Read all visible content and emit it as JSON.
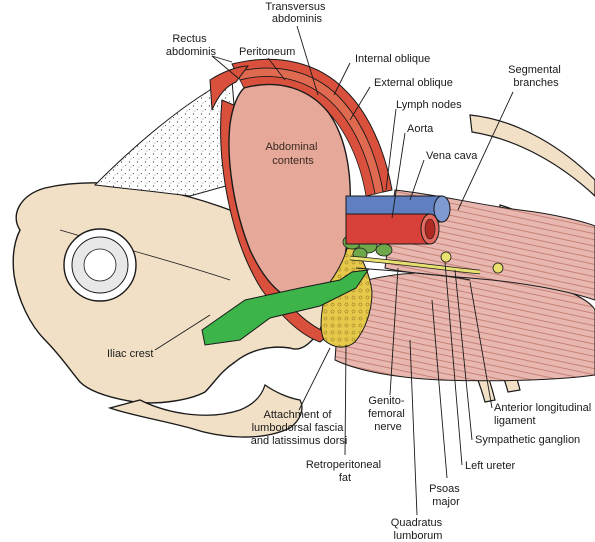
{
  "colors": {
    "bone": "#f2e0c6",
    "contents": "#e6a899",
    "muscle_red": "#d9503c",
    "muscle_pink": "#e8b8b0",
    "fat": "#e6c84a",
    "nodes": "#6fa84a",
    "aorta": "#d8413a",
    "vena_cava": "#5f7fc0",
    "ureter": "#e8e070",
    "green_fascia": "#3cb44a",
    "outline": "#1a1a1a"
  },
  "labels": {
    "transversus_abdominis": [
      "Transversus",
      "abdominis"
    ],
    "rectus_abdominis": [
      "Rectus",
      "abdominis"
    ],
    "peritoneum": "Peritoneum",
    "internal_oblique": "Internal oblique",
    "external_oblique": "External oblique",
    "segmental_branches": [
      "Segmental",
      "branches"
    ],
    "lymph_nodes": "Lymph nodes",
    "aorta": "Aorta",
    "vena_cava": "Vena cava",
    "abdominal_contents": [
      "Abdominal",
      "contents"
    ],
    "iliac_crest": "Iliac crest",
    "attachment": [
      "Attachment of",
      "lumbodorsal fascia",
      "and latissimus dorsi"
    ],
    "genitofemoral": [
      "Genito-",
      "femoral",
      "nerve"
    ],
    "anterior_longitudinal": [
      "Anterior longitudinal",
      "ligament"
    ],
    "sympathetic_ganglion": "Sympathetic ganglion",
    "left_ureter": "Left ureter",
    "retroperitoneal_fat": [
      "Retroperitoneal",
      "fat"
    ],
    "psoas_major": [
      "Psoas",
      "major"
    ],
    "quadratus_lumborum": [
      "Quadratus",
      "lumborum"
    ]
  }
}
